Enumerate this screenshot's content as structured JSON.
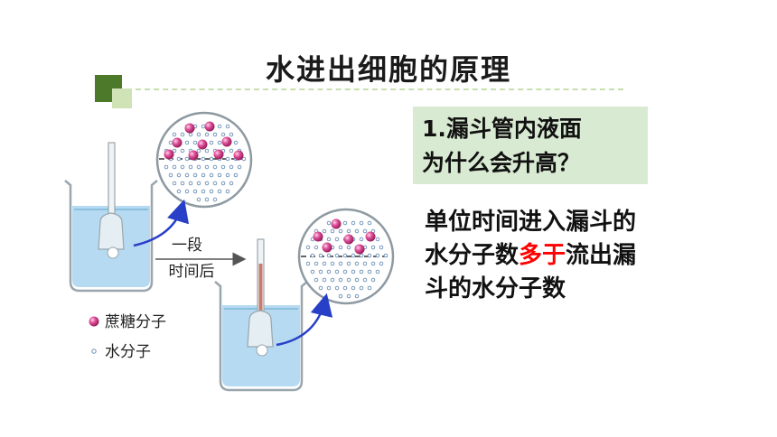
{
  "title": "水进出细胞的原理",
  "question": {
    "line1": "1.漏斗管内液面",
    "line2": "为什么会升高？"
  },
  "answer": {
    "part1": "单位时间进入漏斗的水分子数",
    "highlight": "多于",
    "part2": "流出漏斗的水分子数"
  },
  "diagram": {
    "arrow_label_line1": "一段",
    "arrow_label_line2": "时间后",
    "legend": {
      "sucrose": "蔗糖分子",
      "water": "水分子"
    }
  },
  "colors": {
    "title_accent_dark": "#4d7a2a",
    "title_accent_light": "#cfe3b6",
    "question_bg": "#d9ead3",
    "highlight": "#ff0000",
    "water": "#a9d4ee",
    "sucrose": "#d9468a",
    "tube_liquid": "#c97b6b"
  }
}
